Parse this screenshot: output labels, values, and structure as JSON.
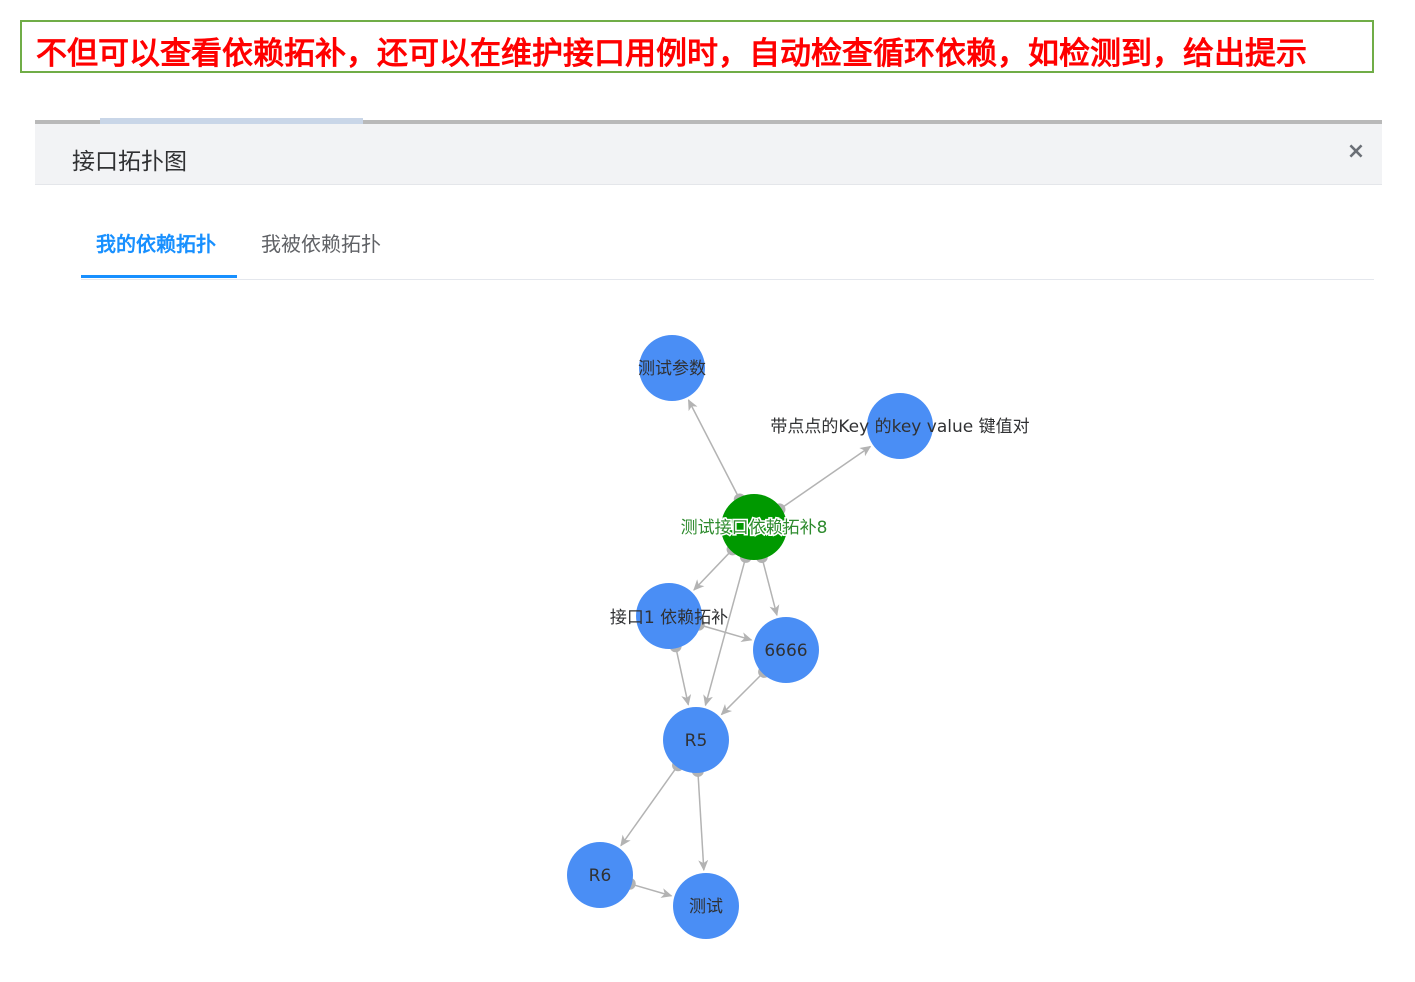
{
  "banner": {
    "text": "不但可以查看依赖拓补，还可以在维护接口用例时，自动检查循环依赖，如检测到，给出提示"
  },
  "modal": {
    "title": "接口拓扑图",
    "close_label": "×"
  },
  "tabs": [
    {
      "label": "我的依赖拓扑",
      "active": true
    },
    {
      "label": "我被依赖拓扑",
      "active": false
    }
  ],
  "graph": {
    "colors": {
      "center": "#009900",
      "node": "#4a8ef5",
      "edge": "#b3b3b3"
    },
    "nodes": [
      {
        "id": "center",
        "label": "测试接口依赖拓补8"
      },
      {
        "id": "n1",
        "label": "测试参数"
      },
      {
        "id": "n2",
        "label": "带点点的Key 的key value 键值对"
      },
      {
        "id": "n3",
        "label": "接口1 依赖拓补"
      },
      {
        "id": "n4",
        "label": "6666"
      },
      {
        "id": "n5",
        "label": "R5"
      },
      {
        "id": "n6",
        "label": "R6"
      },
      {
        "id": "n7",
        "label": "测试"
      }
    ],
    "edges": [
      {
        "from": "center",
        "to": "n1"
      },
      {
        "from": "center",
        "to": "n2"
      },
      {
        "from": "center",
        "to": "n3"
      },
      {
        "from": "center",
        "to": "n4"
      },
      {
        "from": "center",
        "to": "n5"
      },
      {
        "from": "n3",
        "to": "n4"
      },
      {
        "from": "n3",
        "to": "n5"
      },
      {
        "from": "n4",
        "to": "n5"
      },
      {
        "from": "n5",
        "to": "n6"
      },
      {
        "from": "n5",
        "to": "n7"
      },
      {
        "from": "n6",
        "to": "n7"
      }
    ]
  }
}
